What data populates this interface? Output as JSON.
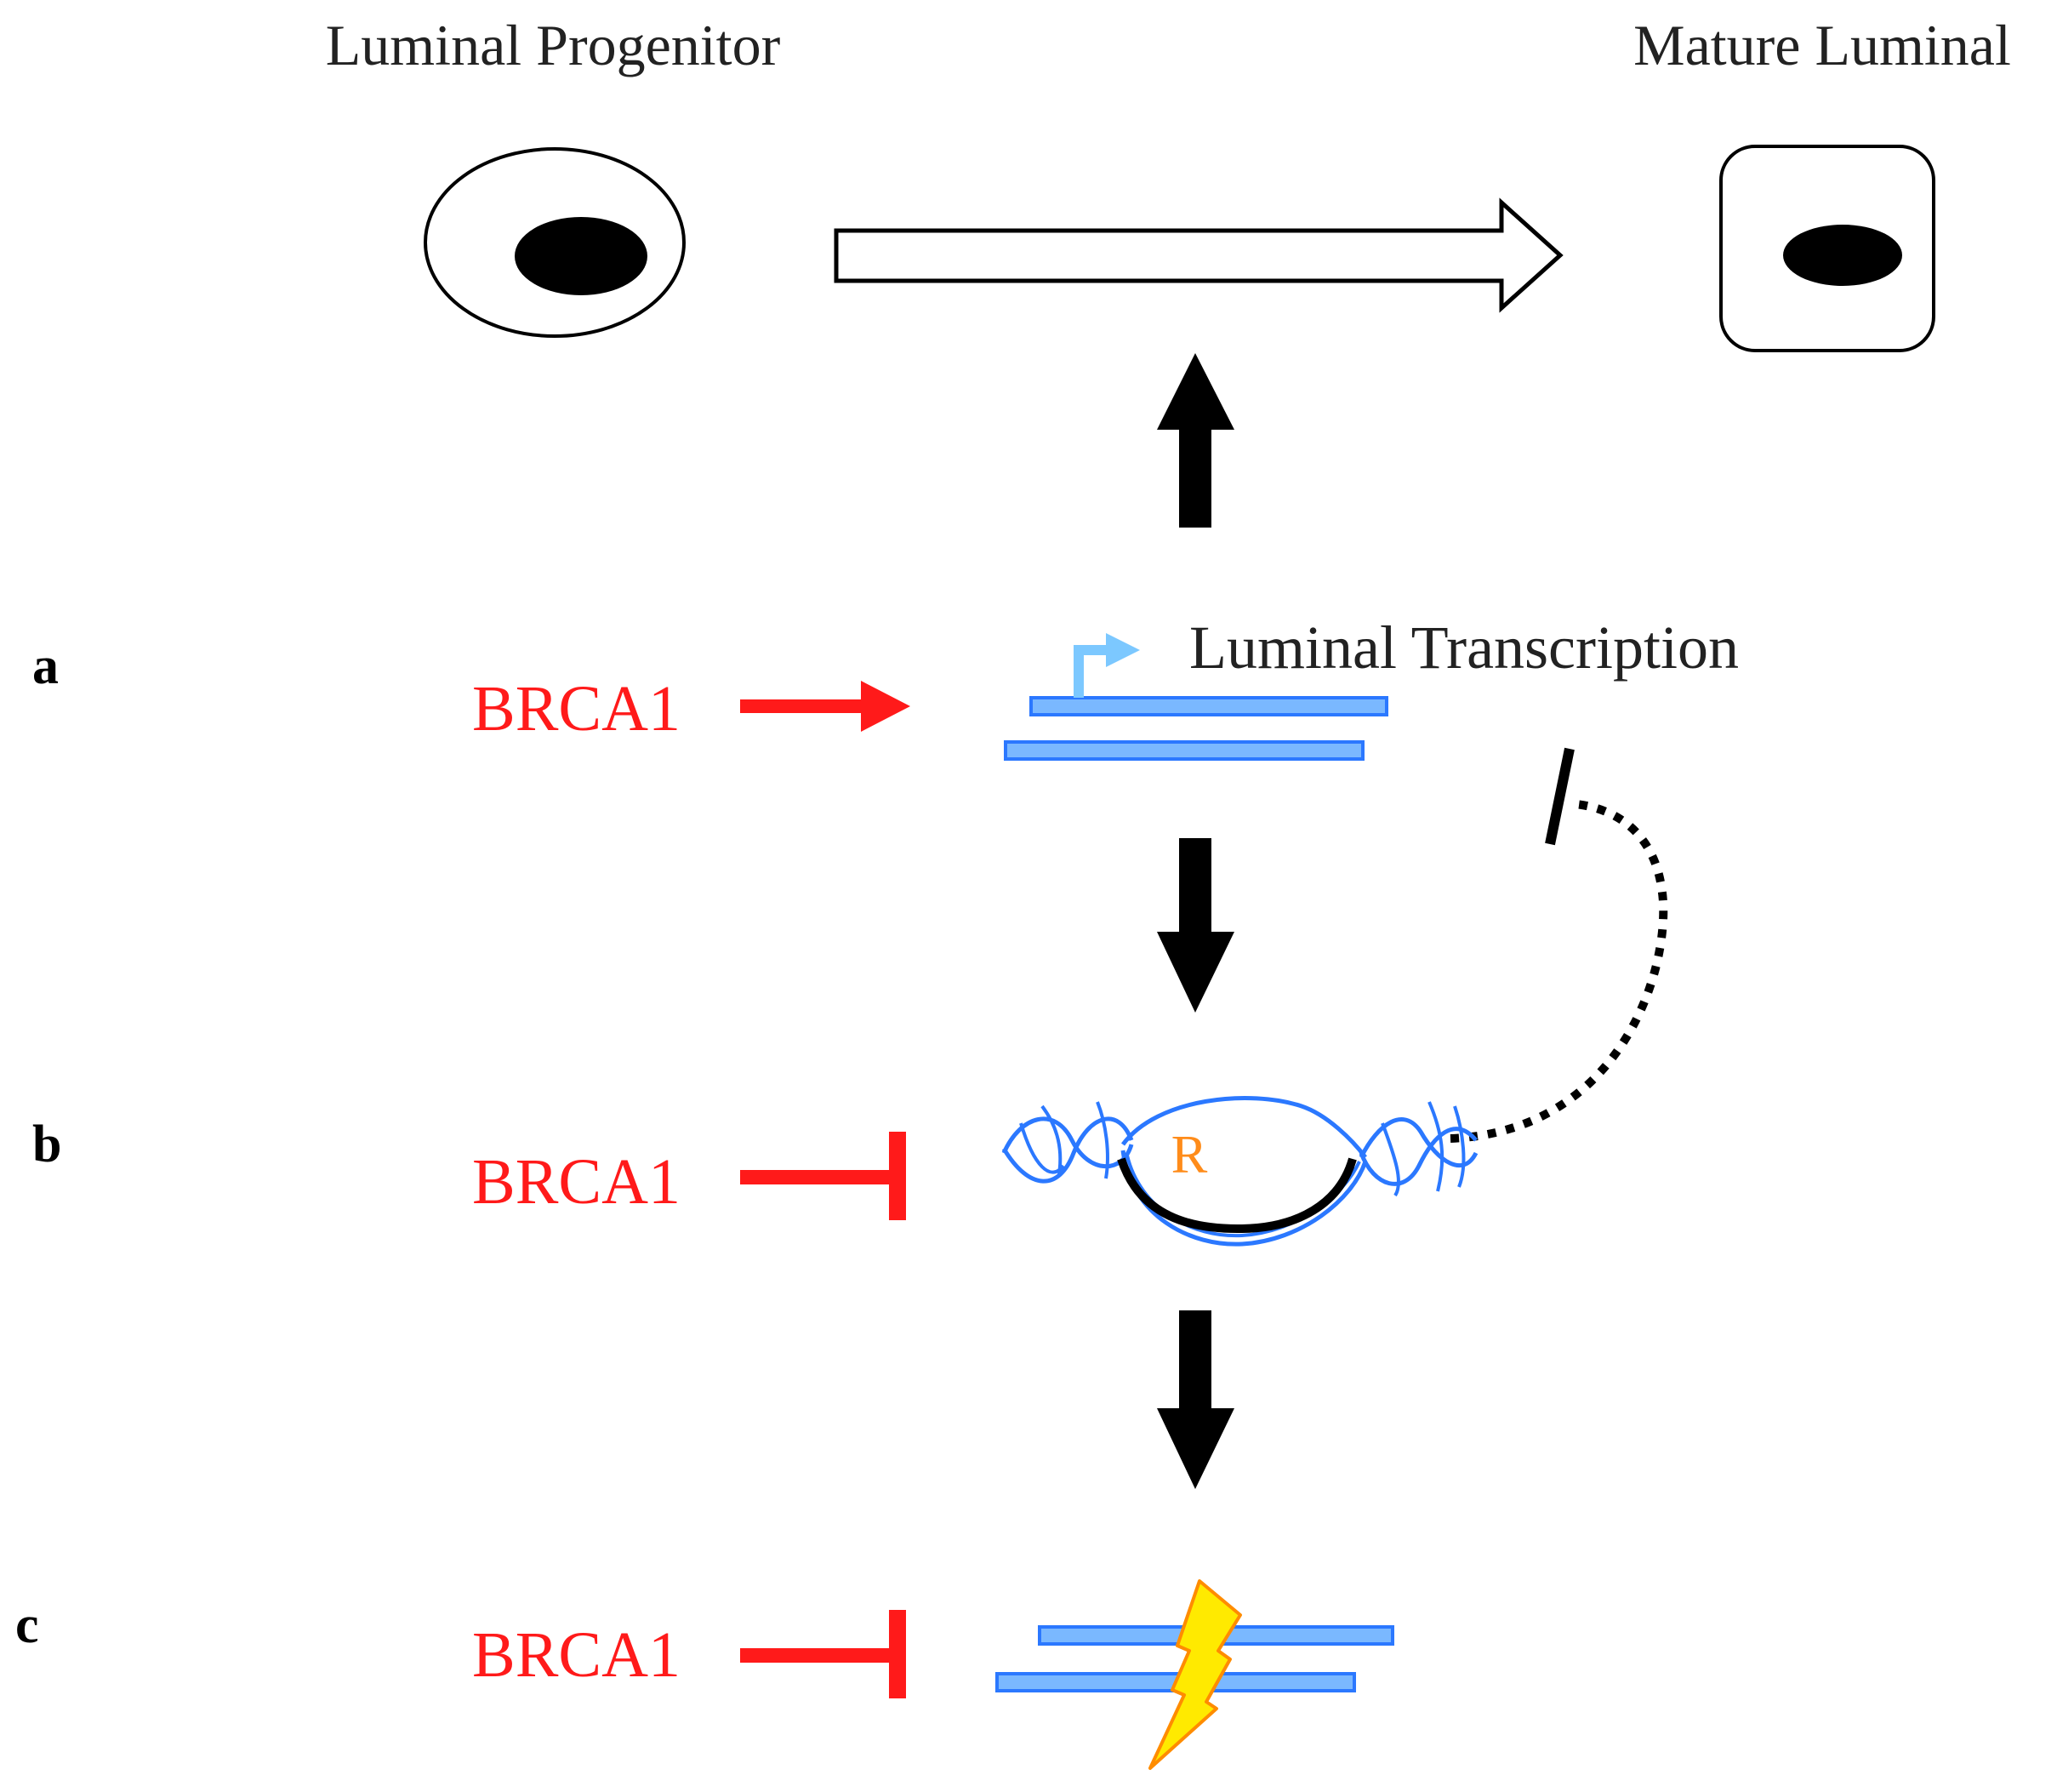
{
  "top_labels": {
    "progenitor": "Luminal Progenitor",
    "mature": "Mature Luminal"
  },
  "transcription_label": "Luminal Transcription",
  "r_loop_label": "R",
  "panels": [
    {
      "letter": "a",
      "actor": "BRCA1",
      "effect": "activates"
    },
    {
      "letter": "b",
      "actor": "BRCA1",
      "effect": "inhibits"
    },
    {
      "letter": "c",
      "actor": "BRCA1",
      "effect": "inhibits"
    }
  ],
  "colors": {
    "brca1": "#ff1a1a",
    "dna_fill": "#7ab8ff",
    "dna_stroke": "#2b78ff",
    "promoter": "#7cc8ff",
    "r_label": "#ff8c1a",
    "lightning_fill": "#ffea00",
    "lightning_stroke": "#ff8c00",
    "black": "#000000"
  },
  "icons": {
    "progenitor_cell": "oval-cell-icon",
    "mature_cell": "square-cell-icon",
    "promoter": "transcription-start-arrow-icon",
    "damage": "lightning-bolt-icon"
  }
}
